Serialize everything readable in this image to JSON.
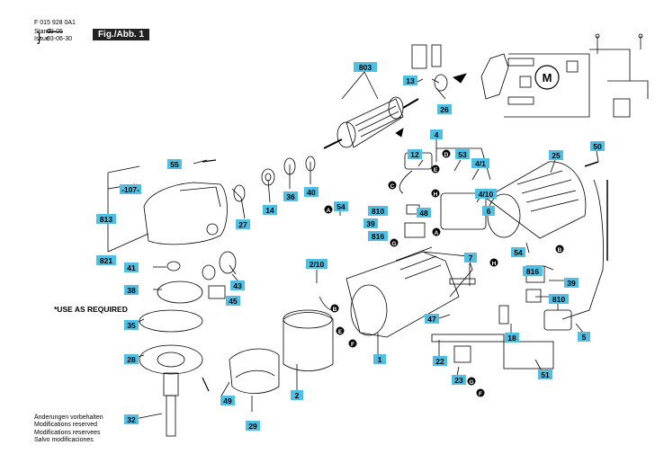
{
  "header": {
    "doc_number": "F 015 928 0A1",
    "stand_label": "Stand",
    "issue_label": "Issue",
    "old_date": "09-05",
    "issue_date": "03-06-30",
    "figure_label": "Fig./Abb. 1"
  },
  "use_as_required": "*USE AS REQUIRED",
  "notes": [
    "Änderungen vorbehalten",
    "Modifications reserved",
    "Modifications reservees",
    "Salvo modificaciones"
  ],
  "colors": {
    "label_fill": "#4fbfe3",
    "line": "#000000"
  },
  "callouts": [
    {
      "id": "c-803",
      "text": "803"
    },
    {
      "id": "c-13",
      "text": "13"
    },
    {
      "id": "c-26",
      "text": "26"
    },
    {
      "id": "c-55",
      "text": "55"
    },
    {
      "id": "c-107",
      "text": "-107-"
    },
    {
      "id": "c-813",
      "text": "813"
    },
    {
      "id": "c-821",
      "text": "821"
    },
    {
      "id": "c-27",
      "text": "27"
    },
    {
      "id": "c-14",
      "text": "14"
    },
    {
      "id": "c-36",
      "text": "36"
    },
    {
      "id": "c-40",
      "text": "40"
    },
    {
      "id": "c-41",
      "text": "41"
    },
    {
      "id": "c-38",
      "text": "38"
    },
    {
      "id": "c-43",
      "text": "43"
    },
    {
      "id": "c-45",
      "text": "45"
    },
    {
      "id": "c-35",
      "text": "35"
    },
    {
      "id": "c-28",
      "text": "28"
    },
    {
      "id": "c-32",
      "text": "32"
    },
    {
      "id": "c-49",
      "text": "49"
    },
    {
      "id": "c-29",
      "text": "29"
    },
    {
      "id": "c-2",
      "text": "2"
    },
    {
      "id": "c-2-10",
      "text": "2/10"
    },
    {
      "id": "c-1",
      "text": "1"
    },
    {
      "id": "c-47",
      "text": "47"
    },
    {
      "id": "c-7",
      "text": "7"
    },
    {
      "id": "c-22",
      "text": "22"
    },
    {
      "id": "c-23",
      "text": "23"
    },
    {
      "id": "c-18",
      "text": "18"
    },
    {
      "id": "c-51",
      "text": "51"
    },
    {
      "id": "c-5",
      "text": "5"
    },
    {
      "id": "c-4",
      "text": "4"
    },
    {
      "id": "c-12",
      "text": "12"
    },
    {
      "id": "c-53",
      "text": "53"
    },
    {
      "id": "c-4-1",
      "text": "4/1"
    },
    {
      "id": "c-4-10",
      "text": "4/10"
    },
    {
      "id": "c-6",
      "text": "6"
    },
    {
      "id": "c-810a",
      "text": "810"
    },
    {
      "id": "c-39a",
      "text": "39"
    },
    {
      "id": "c-816a",
      "text": "816"
    },
    {
      "id": "c-48",
      "text": "48"
    },
    {
      "id": "c-54a",
      "text": "54"
    },
    {
      "id": "c-54b",
      "text": "54"
    },
    {
      "id": "c-816b",
      "text": "816"
    },
    {
      "id": "c-39b",
      "text": "39"
    },
    {
      "id": "c-810b",
      "text": "810"
    },
    {
      "id": "c-25",
      "text": "25"
    },
    {
      "id": "c-50",
      "text": "50"
    }
  ],
  "connectors": [
    {
      "id": "k-A1",
      "text": "A"
    },
    {
      "id": "k-A2",
      "text": "A"
    },
    {
      "id": "k-B1",
      "text": "B"
    },
    {
      "id": "k-B2",
      "text": "B"
    },
    {
      "id": "k-C",
      "text": "C"
    },
    {
      "id": "k-D",
      "text": "D"
    },
    {
      "id": "k-E1",
      "text": "E"
    },
    {
      "id": "k-E2",
      "text": "E"
    },
    {
      "id": "k-F1",
      "text": "F"
    },
    {
      "id": "k-F2",
      "text": "F"
    },
    {
      "id": "k-G1",
      "text": "G"
    },
    {
      "id": "k-G2",
      "text": "G"
    },
    {
      "id": "k-H1",
      "text": "H"
    },
    {
      "id": "k-H2",
      "text": "H"
    }
  ],
  "schematic": {
    "motor_label": "M"
  }
}
